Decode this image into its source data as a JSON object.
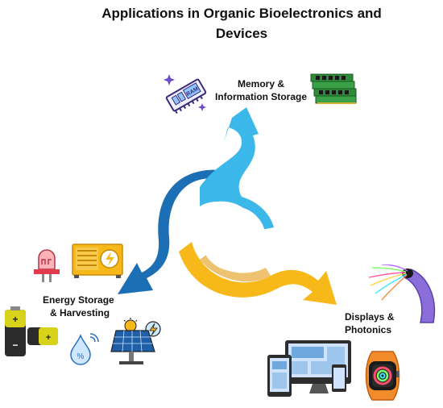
{
  "title": {
    "line1": "Applications in Organic Bioelectronics and",
    "line2": "Devices"
  },
  "labels": {
    "memory": {
      "line1": "Memory &",
      "line2": "Information Storage"
    },
    "energy": {
      "line1": "Energy Storage",
      "line2": "& Harvesting"
    },
    "displays": {
      "line1": "Displays &",
      "line2": "Photonics"
    }
  },
  "icons": {
    "ram_card": "ram-icon",
    "ram_stack": "ram-modules-icon",
    "led": "led-icon",
    "generator": "power-generator-icon",
    "batteries": "battery-icon",
    "water": "water-drop-icon",
    "solar": "solar-panel-icon",
    "fiber": "optical-fiber-icon",
    "devices": "devices-icon",
    "watch": "smartwatch-icon"
  },
  "ram_label": "RAM",
  "colors": {
    "arrow_blue_light": "#3cb7ea",
    "arrow_blue_dark": "#1d6fb5",
    "arrow_yellow": "#f7b81a",
    "arrow_yellow_dark": "#e39a12"
  }
}
